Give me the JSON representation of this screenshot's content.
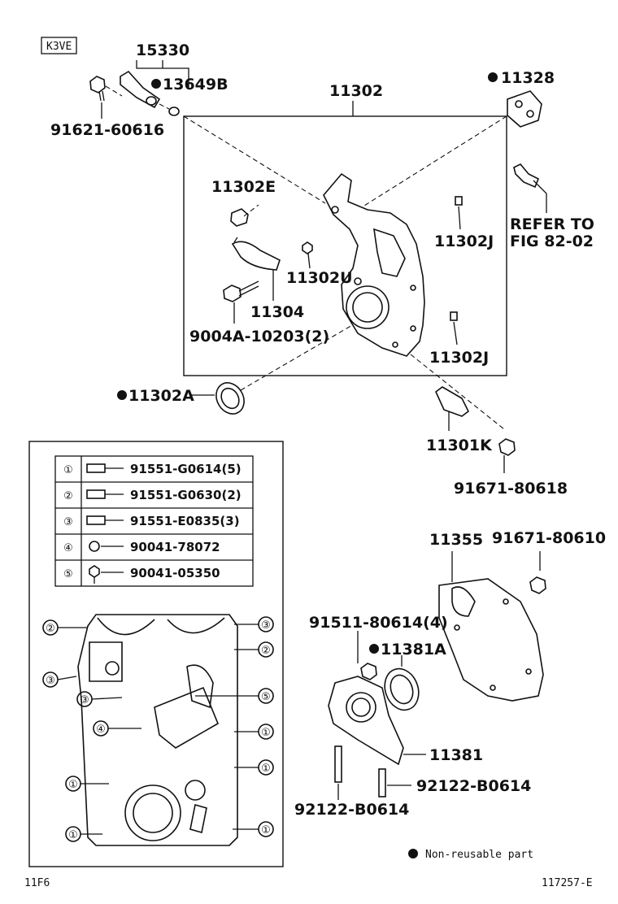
{
  "engine_code": "K3VE",
  "labels": {
    "p15330": "15330",
    "p13649b": "13649B",
    "p91621": "91621-60616",
    "p11302": "11302",
    "p11328": "11328",
    "p11302e": "11302E",
    "p11302j_a": "11302J",
    "p11302u": "11302U",
    "p11304": "11304",
    "p9004a": "9004A-10203(2)",
    "p11302j_b": "11302J",
    "p11302a": "11302A",
    "p11301k": "11301K",
    "p91671_a": "91671-80618",
    "refer1": "REFER TO",
    "refer2": "FIG 82-02",
    "p11355": "11355",
    "p91671_b": "91671-80610",
    "p91511": "91511-80614(4)",
    "p11381a": "11381A",
    "p11381": "11381",
    "p92122_a": "92122-B0614",
    "p92122_b": "92122-B0614"
  },
  "bolt_table": [
    {
      "num": "①",
      "part": "91551-G0614(5)"
    },
    {
      "num": "②",
      "part": "91551-G0630(2)"
    },
    {
      "num": "③",
      "part": "91551-E0835(3)"
    },
    {
      "num": "④",
      "part": "90041-78072"
    },
    {
      "num": "⑤",
      "part": "90041-05350"
    }
  ],
  "detail_callouts": [
    "②",
    "③",
    "②",
    "③",
    "③",
    "⑤",
    "④",
    "①",
    "①",
    "①",
    "①",
    "①"
  ],
  "legend": "Non-reusable part",
  "footer_left": "11F6",
  "footer_right": "117257-E"
}
